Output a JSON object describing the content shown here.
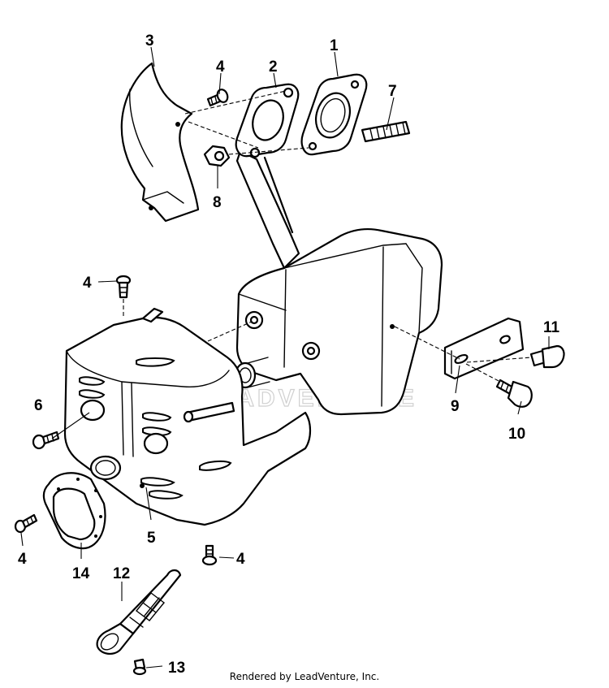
{
  "callouts": {
    "c1": "1",
    "c2": "2",
    "c3": "3",
    "c4a": "4",
    "c4b": "4",
    "c4c": "4",
    "c4d": "4",
    "c5": "5",
    "c6": "6",
    "c7": "7",
    "c8": "8",
    "c9": "9",
    "c10": "10",
    "c11": "11",
    "c12": "12",
    "c13": "13",
    "c14": "14"
  },
  "watermark": "LEADVENTURE",
  "footer": "Rendered by LeadVenture, Inc."
}
